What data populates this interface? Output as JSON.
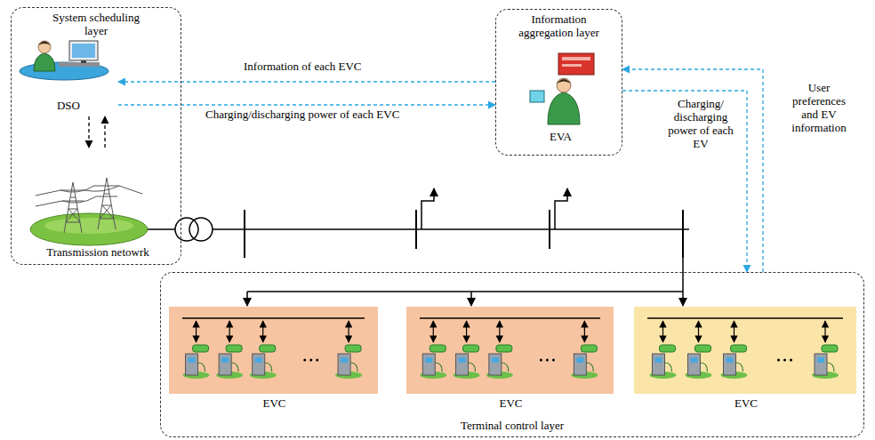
{
  "diagram": {
    "nodes": [
      {
        "text": [
          "System scheduling layer"
        ]
      },
      {
        "text": [
          "DSO"
        ],
        "in": 0
      },
      {
        "text": [
          "Transmission netowrk"
        ],
        "in": 0
      },
      {
        "text": [
          "Information aggregation layer"
        ]
      },
      {
        "text": [
          "EVA"
        ],
        "in": 3
      },
      {
        "text": [
          "Terminal control layer"
        ]
      },
      {
        "text": [
          "EVC"
        ],
        "in": 5
      },
      {
        "text": [
          "EVC"
        ],
        "in": 5
      },
      {
        "text": [
          "EVC"
        ],
        "in": 5
      }
    ],
    "edges": [
      {
        "from": 3,
        "to": 1,
        "arrow": "to",
        "label": "Information of each EVC"
      },
      {
        "from": 1,
        "to": 3,
        "arrow": "to",
        "label": "Charging/discharging power of each EVC"
      },
      {
        "from": 1,
        "to": 2,
        "arrow": "to"
      },
      {
        "from": 2,
        "to": 1,
        "arrow": "to"
      },
      {
        "from": 5,
        "to": 3,
        "arrow": "to",
        "label": "User preferences and EV information"
      },
      {
        "from": 3,
        "to": 5,
        "arrow": "to",
        "label": "Charging/ discharging power of each EV"
      }
    ]
  }
}
